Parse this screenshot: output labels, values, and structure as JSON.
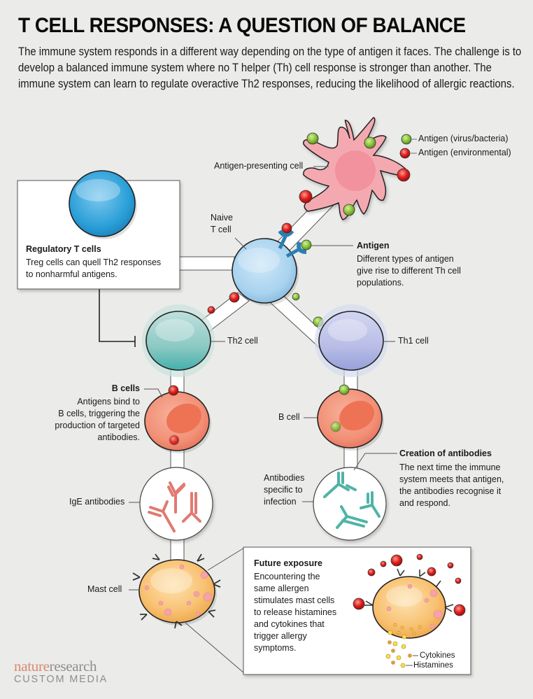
{
  "title": "T CELL RESPONSES: A QUESTION OF BALANCE",
  "intro": "The immune system responds in a different way depending on the type of antigen it faces. The challenge is to develop a balanced immune system where no T helper (Th) cell response is stronger than another. The immune system can learn to regulate overactive Th2 responses, reducing the likelihood of allergic reactions.",
  "legend": {
    "items": [
      {
        "label": "Antigen (virus/bacteria)",
        "color": "#8dc63f"
      },
      {
        "label": "Antigen (environmental)",
        "color": "#e02020"
      }
    ]
  },
  "labels": {
    "apc": "Antigen-presenting cell",
    "naive_line1": "Naive",
    "naive_line2": "T cell",
    "th2": "Th2 cell",
    "th1": "Th1 cell",
    "b_cell_right": "B cell",
    "ige": "IgE antibodies",
    "antibodies_specific_1": "Antibodies",
    "antibodies_specific_2": "specific to",
    "antibodies_specific_3": "infection",
    "mast_cell": "Mast cell",
    "cytokines": "Cytokines",
    "histamines": "Histamines"
  },
  "callouts": {
    "treg": {
      "heading": "Regulatory T cells",
      "lines": [
        "Treg cells can quell Th2 responses",
        "to nonharmful antigens."
      ]
    },
    "antigen": {
      "heading": "Antigen",
      "lines": [
        "Different types of antigen",
        "give rise to different Th cell",
        "populations."
      ]
    },
    "b_cells": {
      "heading": "B cells",
      "lines": [
        "Antigens bind to",
        "B cells, triggering the",
        "production of targeted",
        "antibodies."
      ]
    },
    "creation": {
      "heading": "Creation of antibodies",
      "lines": [
        "The next time the immune",
        "system meets that antigen,",
        "the antibodies recognise it",
        "and respond."
      ]
    },
    "future": {
      "heading": "Future exposure",
      "lines": [
        "Encountering the",
        "same allergen",
        "stimulates mast cells",
        "to release histamines",
        "and cytokines that",
        "trigger allergy",
        "symptoms."
      ]
    }
  },
  "colors": {
    "antigen_green": "#8dc63f",
    "antigen_red": "#e02020",
    "apc_pink": "#f4a9b0",
    "naive_blue": "#a9d3ef",
    "treg_blue": "#2a9fd8",
    "th2_teal": "#86c9c4",
    "th1_lavender": "#b7bde6",
    "b_cell_salmon": "#f08a6e",
    "ige_pink": "#e07a72",
    "antibody_teal": "#4fb3a6",
    "mast_orange": "#f6b65c"
  },
  "brand": {
    "nature": "nature",
    "research": "research",
    "custom_media": "CUSTOM MEDIA"
  }
}
